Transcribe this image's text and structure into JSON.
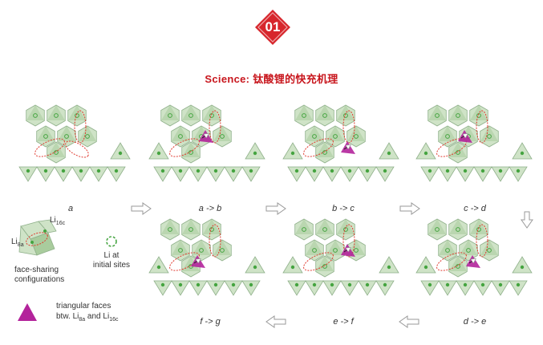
{
  "badge": {
    "number": "01",
    "color": "#d7262c"
  },
  "headline": "Science: 钛酸锂的快充机理",
  "colors": {
    "title_red": "#c8161d",
    "poly_fill": "#cfe3c7",
    "poly_fill_dark": "#a9cc9d",
    "poly_stroke": "#8fb08a",
    "li_green": "#45a440",
    "path_red": "#e03a2f",
    "face_magenta": "#b3239b",
    "arrow_gray": "#9a9a9a"
  },
  "panels": [
    {
      "label": "a"
    },
    {
      "label": "a -> b"
    },
    {
      "label": "b -> c"
    },
    {
      "label": "c -> d"
    },
    {
      "label": "d -> e"
    },
    {
      "label": "e -> f"
    },
    {
      "label": "f -> g"
    }
  ],
  "legend": {
    "li8a": "Li",
    "li8a_sub": "8a",
    "li16c": "Li",
    "li16c_sub": "16c",
    "face_sharing_line1": "face-sharing",
    "face_sharing_line2": "configurations",
    "initial_line1": "Li at",
    "initial_line2": "initial sites",
    "triangular_line1": "triangular faces",
    "triangular_line2_prefix": "btw. Li",
    "triangular_line2_sub1": "8a",
    "triangular_line2_mid": " and Li",
    "triangular_line2_sub2": "16c"
  }
}
